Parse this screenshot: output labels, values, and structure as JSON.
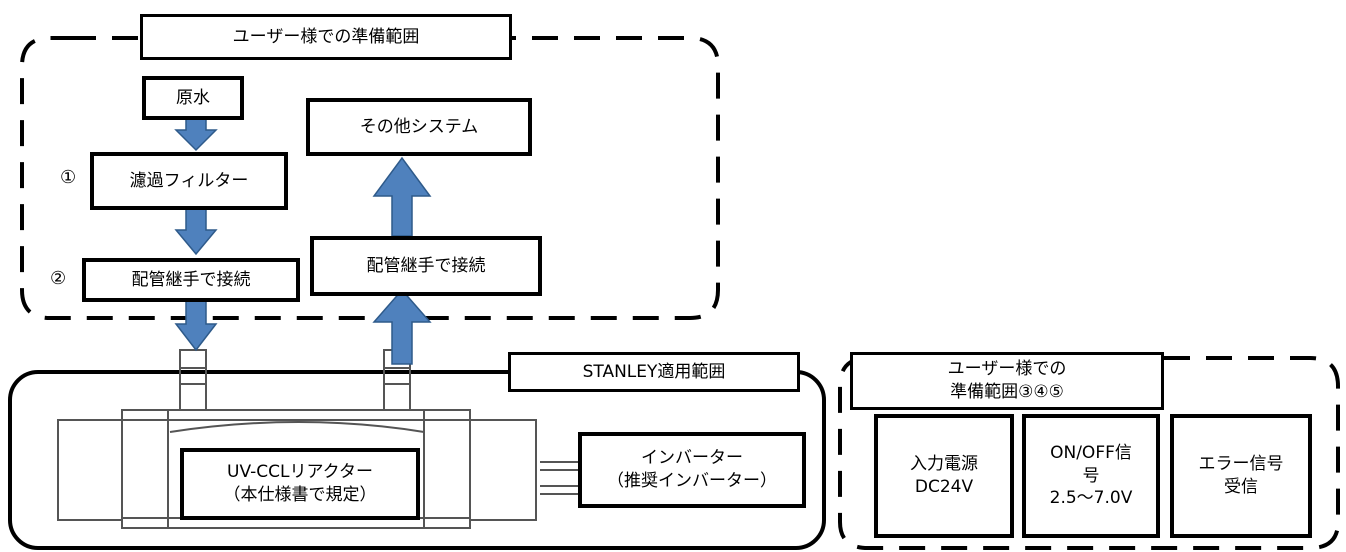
{
  "user_scope_top": {
    "title": "ユーザー様での準備範囲"
  },
  "stanley_scope": {
    "title": "STANLEY適用範囲"
  },
  "user_scope_right": {
    "title": "ユーザー様での\n準備範囲③④⑤"
  },
  "nodes": {
    "raw_water": "原水",
    "filter": "濾過フィルター",
    "fitting_left": "配管継手で接続",
    "fitting_right": "配管継手で接続",
    "other_system": "その他システム",
    "reactor": "UV-CCLリアクター\n（本仕様書で規定）",
    "inverter": "インバーター\n（推奨インバーター）",
    "power": "入力電源\nDC24V",
    "onoff": "ON/OFF信\n号\n2.5～7.0V",
    "error": "エラー信号\n受信"
  },
  "markers": {
    "m1": "①",
    "m2": "②"
  },
  "colors": {
    "arrow_fill": "#4f81bd",
    "arrow_stroke": "#2e5a8a",
    "border": "#000000"
  }
}
